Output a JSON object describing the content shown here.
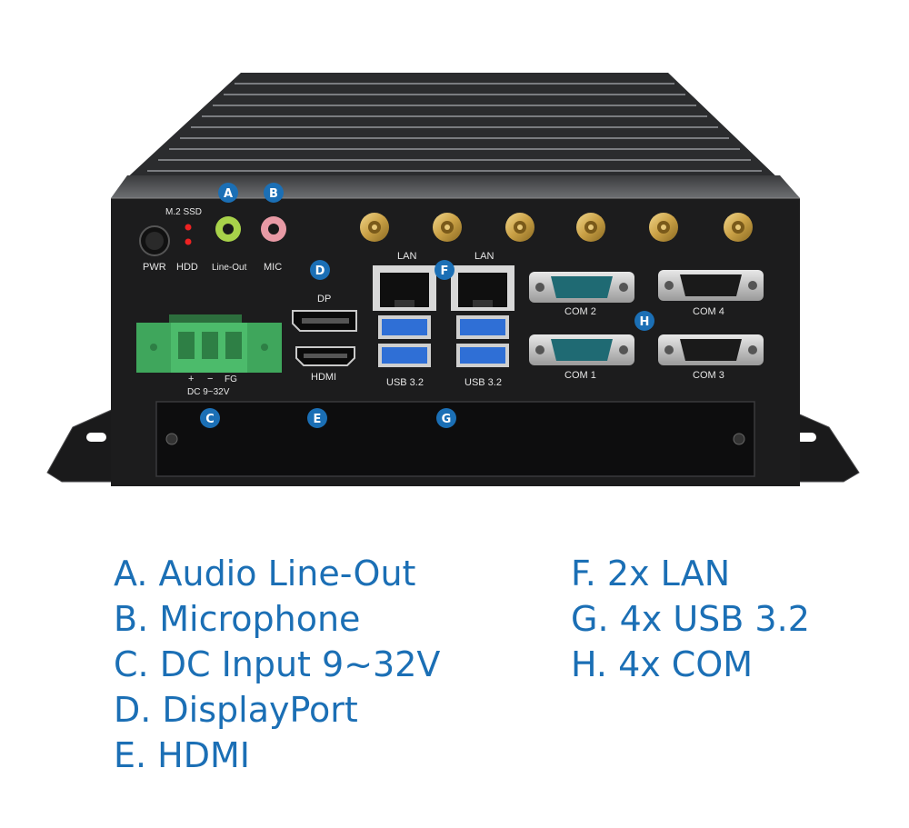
{
  "panel_labels": {
    "m2_ssd": "M.2 SSD",
    "pwr": "PWR",
    "hdd": "HDD",
    "line_out": "Line-Out",
    "mic": "MIC",
    "lan_1": "LAN",
    "lan_2": "LAN",
    "dp": "DP",
    "hdmi": "HDMI",
    "usb_1": "USB 3.2",
    "usb_2": "USB 3.2",
    "com_1": "COM 1",
    "com_2": "COM 2",
    "com_3": "COM 3",
    "com_4": "COM 4",
    "dc_plus": "+",
    "dc_minus": "−",
    "dc_fg": "FG",
    "dc_range": "DC 9~32V"
  },
  "badges": {
    "a": "A",
    "b": "B",
    "c": "C",
    "d": "D",
    "e": "E",
    "f": "F",
    "g": "G",
    "h": "H"
  },
  "legend": {
    "left": [
      "A. Audio Line-Out",
      "B. Microphone",
      "C. DC Input 9~32V",
      "D. DisplayPort",
      "E. HDMI"
    ],
    "right": [
      "F. 2x LAN",
      "G. 4x USB 3.2",
      "H. 4x COM"
    ]
  },
  "colors": {
    "badge": "#1b6fb5",
    "legend_text": "#1b6fb5",
    "chassis": "#1c1c1d",
    "terminal_block": "#4cbb6b",
    "line_out_jack": "#a8d24a",
    "mic_jack": "#e89aa5",
    "antenna_gold": "#c9a045",
    "usb_blue": "#2f6fd6"
  }
}
